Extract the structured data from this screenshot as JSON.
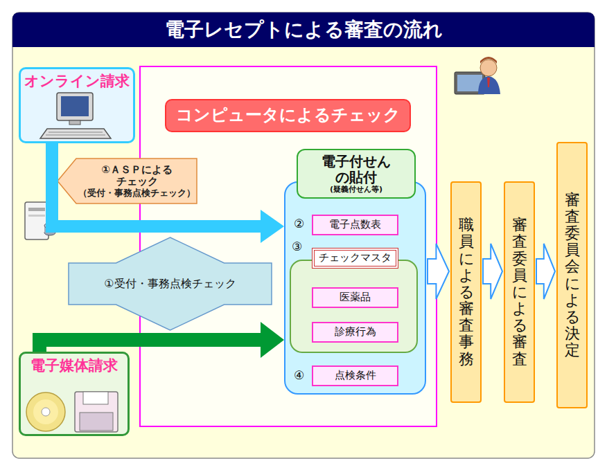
{
  "diagram": {
    "title": "電子レセプトによる審査の流れ",
    "nodes": [
      {
        "text": [
          "オンライン請求"
        ]
      },
      {
        "text": [
          "コンピュータによるチェック"
        ]
      },
      {
        "text": [
          "①ＡＳＰによる チェック",
          "（受付・事務点検チェック）"
        ]
      },
      {
        "text": [
          "①受付・事務点検チェック"
        ]
      },
      {
        "text": [
          "電子付せん の貼付",
          "(疑義付せん等)"
        ],
        "in": 1
      },
      {
        "text": [
          "電子点数表"
        ],
        "in": 4
      },
      {
        "text": [
          "チェックマスタ"
        ],
        "in": 4
      },
      {
        "text": [
          "医薬品"
        ],
        "in": 6
      },
      {
        "text": [
          "診療行為"
        ],
        "in": 6
      },
      {
        "text": [
          "点検条件"
        ],
        "in": 4
      },
      {
        "text": [
          "電子媒体請求"
        ]
      },
      {
        "text": [
          "職員による審査事務"
        ]
      },
      {
        "text": [
          "審査委員による審査"
        ]
      },
      {
        "text": [
          "審査委員会による決定"
        ]
      }
    ],
    "edges": [
      {
        "from": 0,
        "to": 4,
        "arrow": "to"
      },
      {
        "from": 10,
        "to": 4,
        "arrow": "to"
      },
      {
        "from": 4,
        "to": 11,
        "arrow": "to"
      },
      {
        "from": 11,
        "to": 12,
        "arrow": "to"
      },
      {
        "from": 12,
        "to": 13,
        "arrow": "to"
      }
    ],
    "labels": [
      "②",
      "③",
      "④"
    ]
  }
}
